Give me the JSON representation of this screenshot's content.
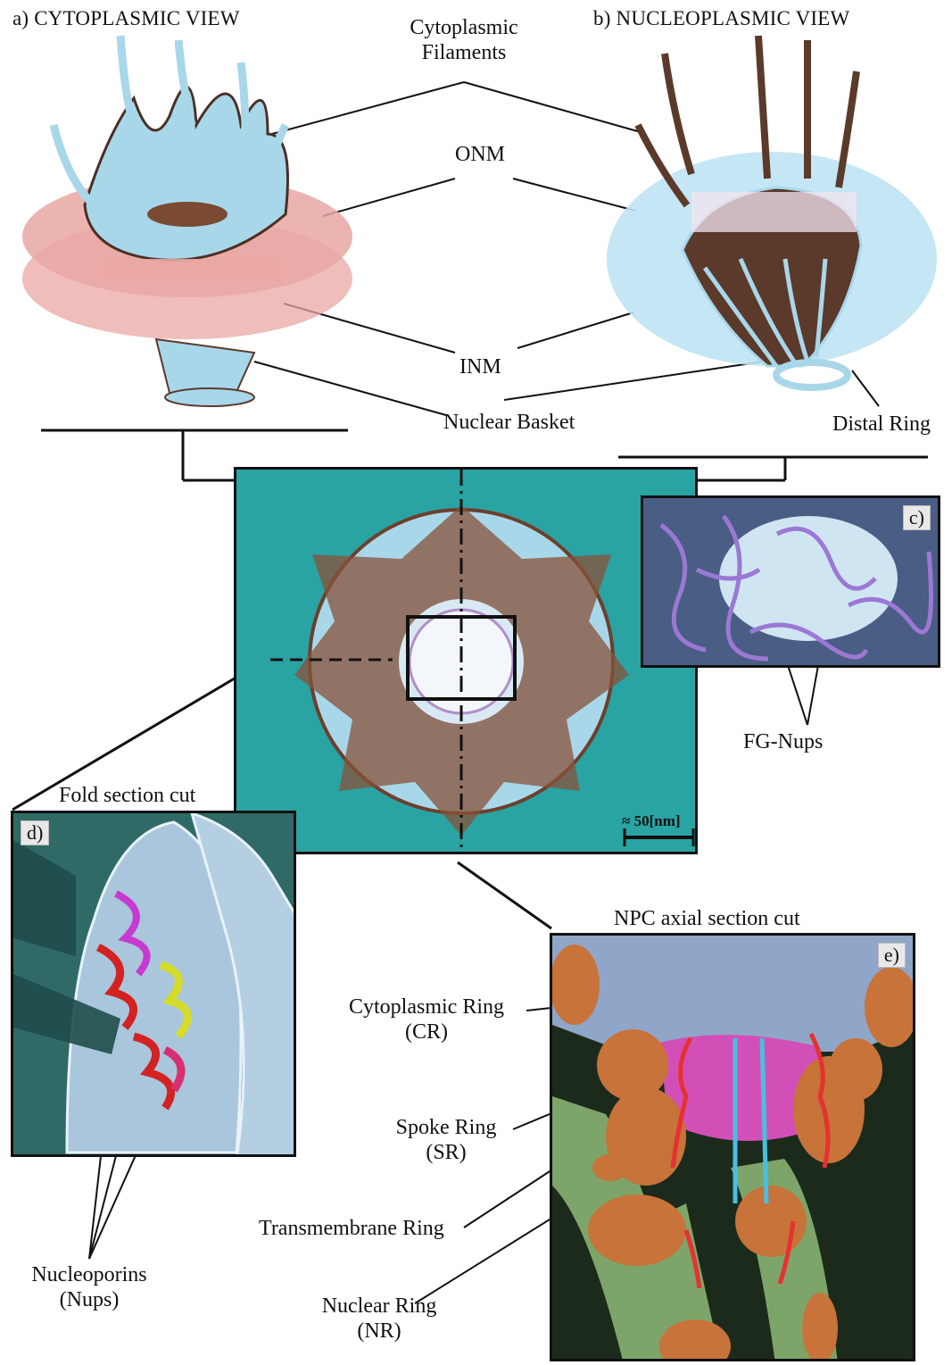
{
  "panels": {
    "a_title": "a) CYTOPLASMIC VIEW",
    "b_title": "b) NUCLEOPLASMIC VIEW",
    "c_tag": "c)",
    "d_tag": "d)",
    "e_tag": "e)"
  },
  "labels": {
    "cyto_filaments_1": "Cytoplasmic",
    "cyto_filaments_2": "Filaments",
    "onm": "ONM",
    "inm": "INM",
    "nuclear_basket": "Nuclear Basket",
    "distal_ring": "Distal Ring",
    "fg_nups": "FG-Nups",
    "fold_section": "Fold section cut",
    "axial_section": "NPC axial section cut",
    "scale": "≈ 50[nm]",
    "cr_1": "Cytoplasmic Ring",
    "cr_2": "(CR)",
    "sr_1": "Spoke Ring",
    "sr_2": "(SR)",
    "tmr": "Transmembrane Ring",
    "nr_1": "Nuclear Ring",
    "nr_2": "(NR)",
    "nups_1": "Nucleoporins",
    "nups_2": "(Nups)"
  },
  "colors": {
    "membrane_cyto": "#e9a7a3",
    "membrane_nucleo": "#bfe3f3",
    "scaffold": "#a9d7ea",
    "brown": "#7a4a33",
    "teal_bg": "#2aa3a3",
    "ring_blue": "#8fa6c8",
    "ring_magenta": "#d34fb8",
    "ring_orange": "#c7733a",
    "ring_green": "#7da56a",
    "arrow_red": "#e63131",
    "arrow_cyan": "#49bfe0"
  }
}
